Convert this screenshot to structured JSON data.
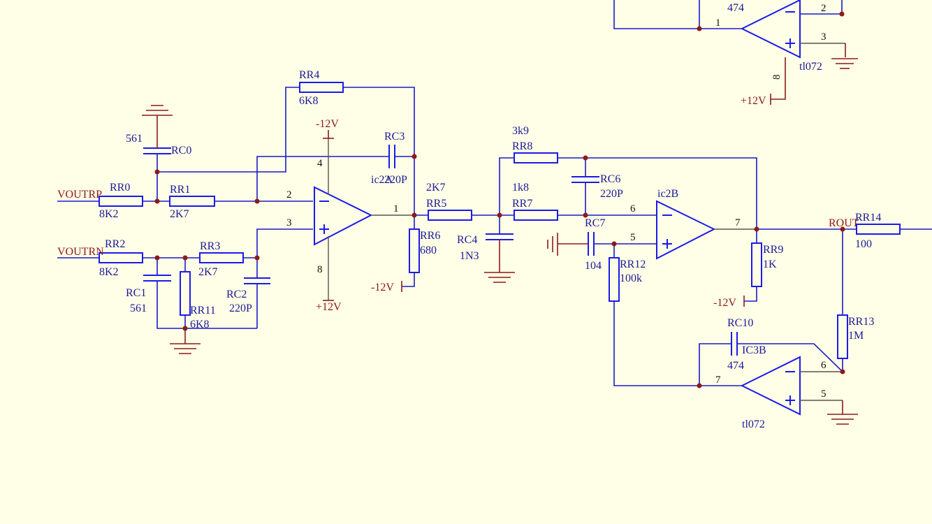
{
  "colors": {
    "background": "#fffee6",
    "wire": "#1a1acc",
    "component": "#1a1aee",
    "power": "#8b1a1a",
    "junction": "#8b1a1a"
  },
  "nets": {
    "in_p": "VOUTRP",
    "in_n": "VOUTRN",
    "out": "ROUT",
    "neg_supply": "-12V",
    "pos_supply": "+12V"
  },
  "components": {
    "RR0": {
      "ref": "RR0",
      "value": "8K2"
    },
    "RR1": {
      "ref": "RR1",
      "value": "2K7"
    },
    "RR2": {
      "ref": "RR2",
      "value": "8K2"
    },
    "RR3": {
      "ref": "RR3",
      "value": "2K7"
    },
    "RR4": {
      "ref": "RR4",
      "value": "6K8"
    },
    "RR5": {
      "ref": "RR5",
      "value": "2K7"
    },
    "RR6": {
      "ref": "RR6",
      "value": "680"
    },
    "RR7": {
      "ref": "RR7",
      "value": "1k8"
    },
    "RR8": {
      "ref": "RR8",
      "value": "3k9"
    },
    "RR9": {
      "ref": "RR9",
      "value": "1K"
    },
    "RR11": {
      "ref": "RR11",
      "value": "6K8"
    },
    "RR12": {
      "ref": "RR12",
      "value": "100k"
    },
    "RR13": {
      "ref": "RR13",
      "value": "1M"
    },
    "RR14": {
      "ref": "RR14",
      "value": "100"
    },
    "RC0": {
      "ref": "RC0",
      "value": "561"
    },
    "RC1": {
      "ref": "RC1",
      "value": "561"
    },
    "RC2": {
      "ref": "RC2",
      "value": "220P"
    },
    "RC3": {
      "ref": "RC3",
      "value": "220P"
    },
    "RC4": {
      "ref": "RC4",
      "value": "1N3"
    },
    "RC6": {
      "ref": "RC6",
      "value": "220P"
    },
    "RC7": {
      "ref": "RC7",
      "value": "104"
    },
    "RC10": {
      "ref": "RC10",
      "value": "474"
    },
    "TOP_CAP": {
      "value": "474"
    }
  },
  "opamps": {
    "ic2a": {
      "ref": "ic2A",
      "pins": {
        "inv": "2",
        "noninv": "3",
        "out": "1",
        "vneg": "4",
        "vpos": "8"
      }
    },
    "ic2b": {
      "ref": "ic2B",
      "pins": {
        "inv": "6",
        "noninv": "5",
        "out": "7"
      }
    },
    "ic3b": {
      "ref": "IC3B",
      "part": "tl072",
      "pins": {
        "inv": "6",
        "noninv": "5",
        "out": "7"
      }
    },
    "top": {
      "part": "tl072",
      "pins": {
        "inv": "2",
        "noninv": "3",
        "out": "1",
        "vpos": "8"
      }
    }
  }
}
